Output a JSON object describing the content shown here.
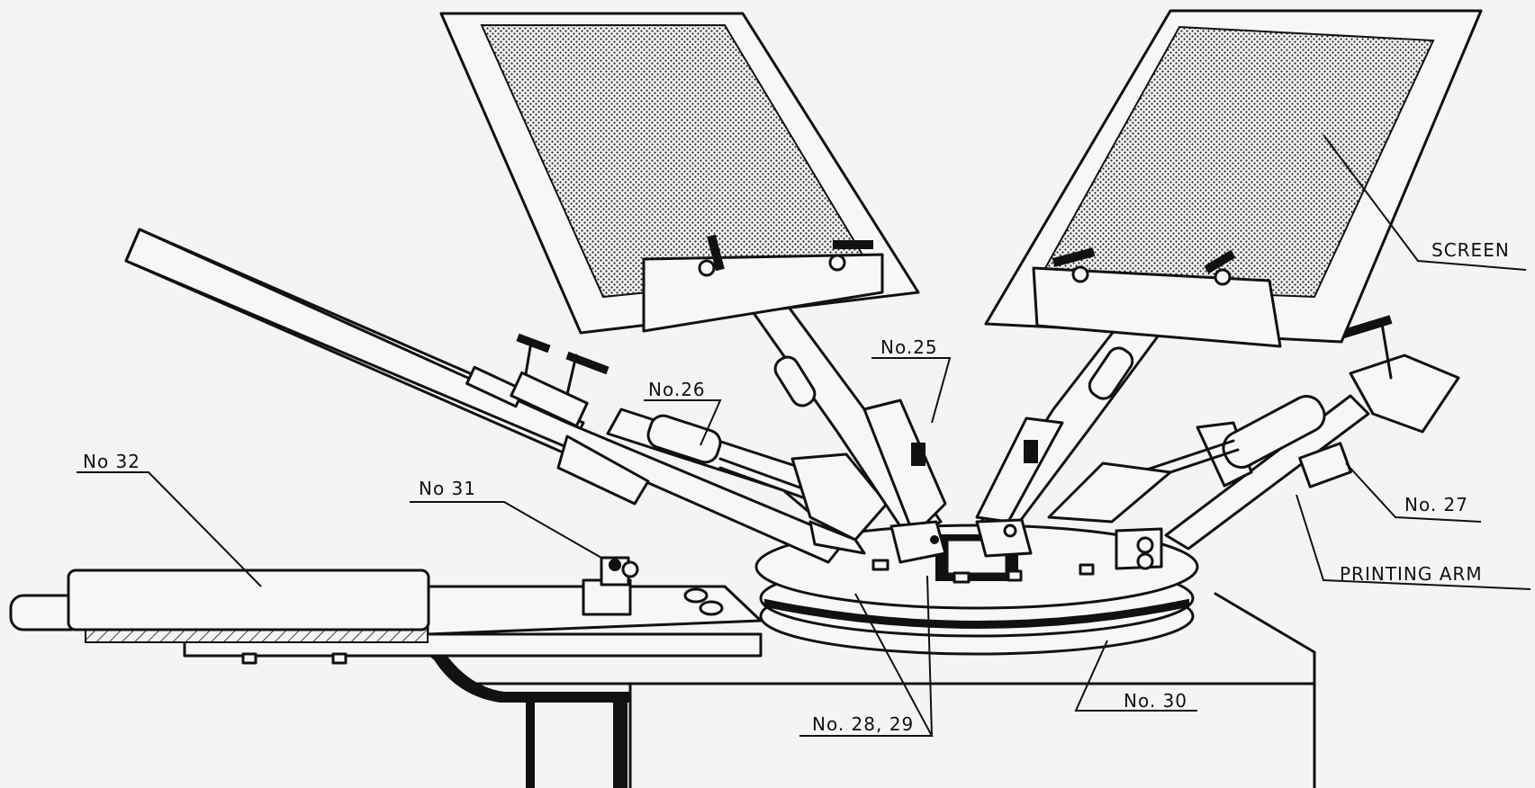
{
  "labels": {
    "screen": "SCREEN",
    "no25": "No.25",
    "no26": "No.26",
    "no27": "No. 27",
    "printing_arm": "PRINTING ARM",
    "no28_29": "No. 28, 29",
    "no30": "No. 30",
    "no31": "No 31",
    "no32": "No 32"
  }
}
